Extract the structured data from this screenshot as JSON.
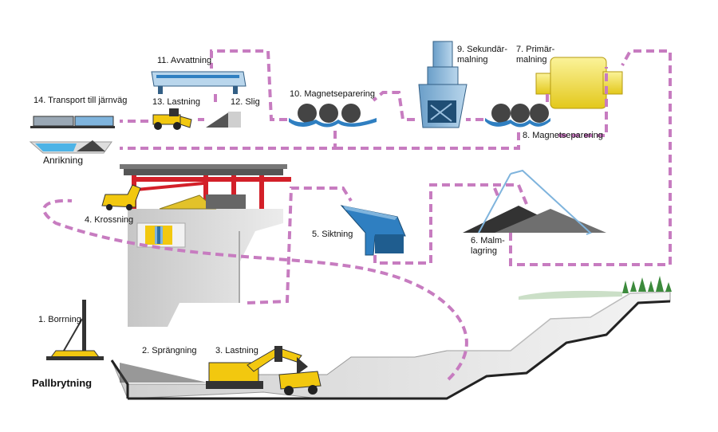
{
  "labels": {
    "borrning": "1. Borrning",
    "sprangning": "2. Sprängning",
    "lastning3": "3. Lastning",
    "krossning": "4. Krossning",
    "siktning": "5. Siktning",
    "malmlagring": "6. Malm-\nlagring",
    "primarmalning": "7. Primär-\nmalning",
    "magnetseparering8": "8. Magnetseparering",
    "sekundarmalning": "9. Sekundär-\nmalning",
    "magnetseparering10": "10. Magnetseparering",
    "avvattning": "11. Avvattning",
    "slig": "12. Slig",
    "lastning13": "13. Lastning",
    "transport": "14. Transport till järnväg",
    "anrikning": "Anrikning",
    "pallbrytning": "Pallbrytning"
  },
  "colors": {
    "flow": "#c77cc0",
    "machine_yellow": "#f2c80f",
    "separator_blue": "#2f7fc1",
    "mill_yellow": "#f5e64a",
    "structure_red": "#d32029",
    "rock_grey": "#6f6f6f",
    "grass_green": "#3c8a3c",
    "water_blue": "#4db3e6"
  },
  "icons": [
    "drill-rig-icon",
    "excavator-icon",
    "dump-truck-icon",
    "crusher-icon",
    "screen-icon",
    "ore-pile-icon",
    "primary-mill-icon",
    "magnetic-separator-icon",
    "secondary-mill-icon",
    "dewatering-filter-icon",
    "concentrate-pile-icon",
    "wheel-loader-icon",
    "train-icon",
    "pond-icon"
  ]
}
